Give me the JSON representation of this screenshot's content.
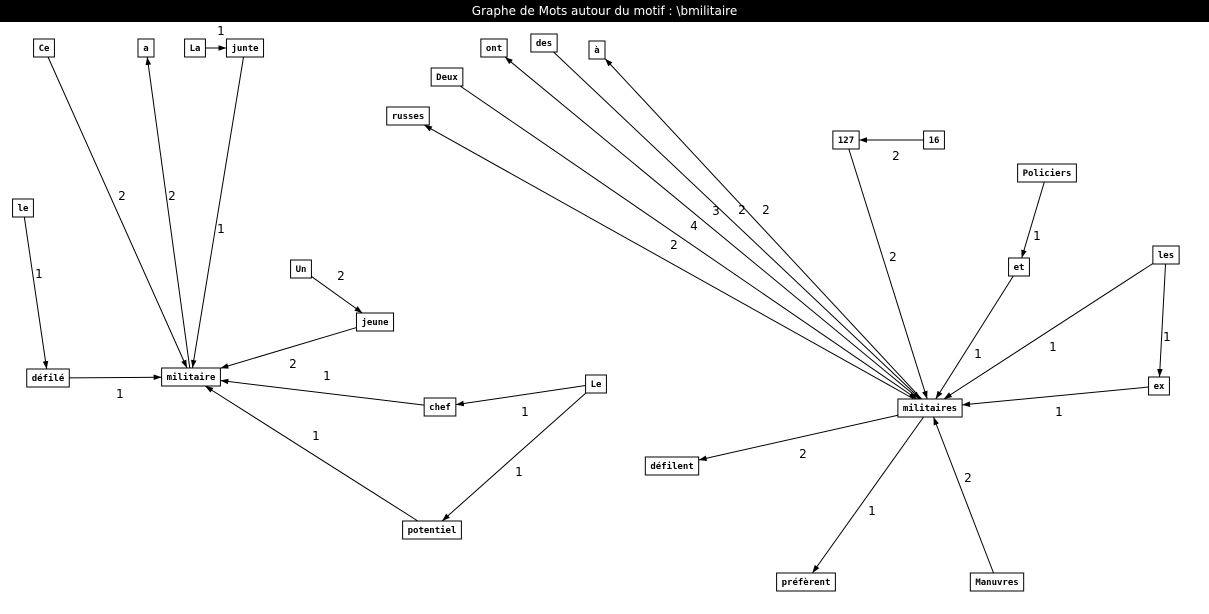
{
  "window": {
    "title": "Graphe de Mots autour du motif : \\bmilitaire"
  },
  "graph": {
    "nodes": [
      {
        "id": "ce",
        "label": "Ce"
      },
      {
        "id": "a",
        "label": "a"
      },
      {
        "id": "la",
        "label": "La"
      },
      {
        "id": "junte",
        "label": "junte"
      },
      {
        "id": "le",
        "label": "le"
      },
      {
        "id": "un",
        "label": "Un"
      },
      {
        "id": "jeune",
        "label": "jeune"
      },
      {
        "id": "defile",
        "label": "défilé"
      },
      {
        "id": "militaire",
        "label": "militaire"
      },
      {
        "id": "chef",
        "label": "chef"
      },
      {
        "id": "Le",
        "label": "Le"
      },
      {
        "id": "potentiel",
        "label": "potentiel"
      },
      {
        "id": "ont",
        "label": "ont"
      },
      {
        "id": "des",
        "label": "des"
      },
      {
        "id": "agrave",
        "label": "à"
      },
      {
        "id": "deux",
        "label": "Deux"
      },
      {
        "id": "russes",
        "label": "russes"
      },
      {
        "id": "n127",
        "label": "127"
      },
      {
        "id": "n16",
        "label": "16"
      },
      {
        "id": "policiers",
        "label": "Policiers"
      },
      {
        "id": "et",
        "label": "et"
      },
      {
        "id": "les",
        "label": "les"
      },
      {
        "id": "ex",
        "label": "ex"
      },
      {
        "id": "militaires",
        "label": "militaires"
      },
      {
        "id": "defilent",
        "label": "défilent"
      },
      {
        "id": "preferent",
        "label": "préfèrent"
      },
      {
        "id": "manuvres",
        "label": "Manuvres"
      }
    ],
    "edges": [
      {
        "from": "ce",
        "to": "militaire",
        "label": "2"
      },
      {
        "from": "militaire",
        "to": "a",
        "label": "2"
      },
      {
        "from": "la",
        "to": "junte",
        "label": "1"
      },
      {
        "from": "junte",
        "to": "militaire",
        "label": "1"
      },
      {
        "from": "le",
        "to": "defile",
        "label": "1"
      },
      {
        "from": "defile",
        "to": "militaire",
        "label": "1"
      },
      {
        "from": "un",
        "to": "jeune",
        "label": "2"
      },
      {
        "from": "jeune",
        "to": "militaire",
        "label": "2"
      },
      {
        "from": "chef",
        "to": "militaire",
        "label": "1"
      },
      {
        "from": "Le",
        "to": "chef",
        "label": "1"
      },
      {
        "from": "Le",
        "to": "potentiel",
        "label": "1"
      },
      {
        "from": "potentiel",
        "to": "militaire",
        "label": "1"
      },
      {
        "from": "militaires",
        "to": "russes",
        "label": "2"
      },
      {
        "from": "militaires",
        "to": "ont",
        "label": "3"
      },
      {
        "from": "militaires",
        "to": "agrave",
        "label": "2"
      },
      {
        "from": "deux",
        "to": "militaires",
        "label": "4"
      },
      {
        "from": "des",
        "to": "militaires",
        "label": "2"
      },
      {
        "from": "n16",
        "to": "n127",
        "label": "2"
      },
      {
        "from": "n127",
        "to": "militaires",
        "label": "2"
      },
      {
        "from": "policiers",
        "to": "et",
        "label": "1"
      },
      {
        "from": "et",
        "to": "militaires",
        "label": "1"
      },
      {
        "from": "les",
        "to": "militaires",
        "label": "1"
      },
      {
        "from": "les",
        "to": "ex",
        "label": "1"
      },
      {
        "from": "ex",
        "to": "militaires",
        "label": "1"
      },
      {
        "from": "militaires",
        "to": "defilent",
        "label": "2"
      },
      {
        "from": "militaires",
        "to": "preferent",
        "label": "1"
      },
      {
        "from": "manuvres",
        "to": "militaires",
        "label": "2"
      }
    ]
  }
}
